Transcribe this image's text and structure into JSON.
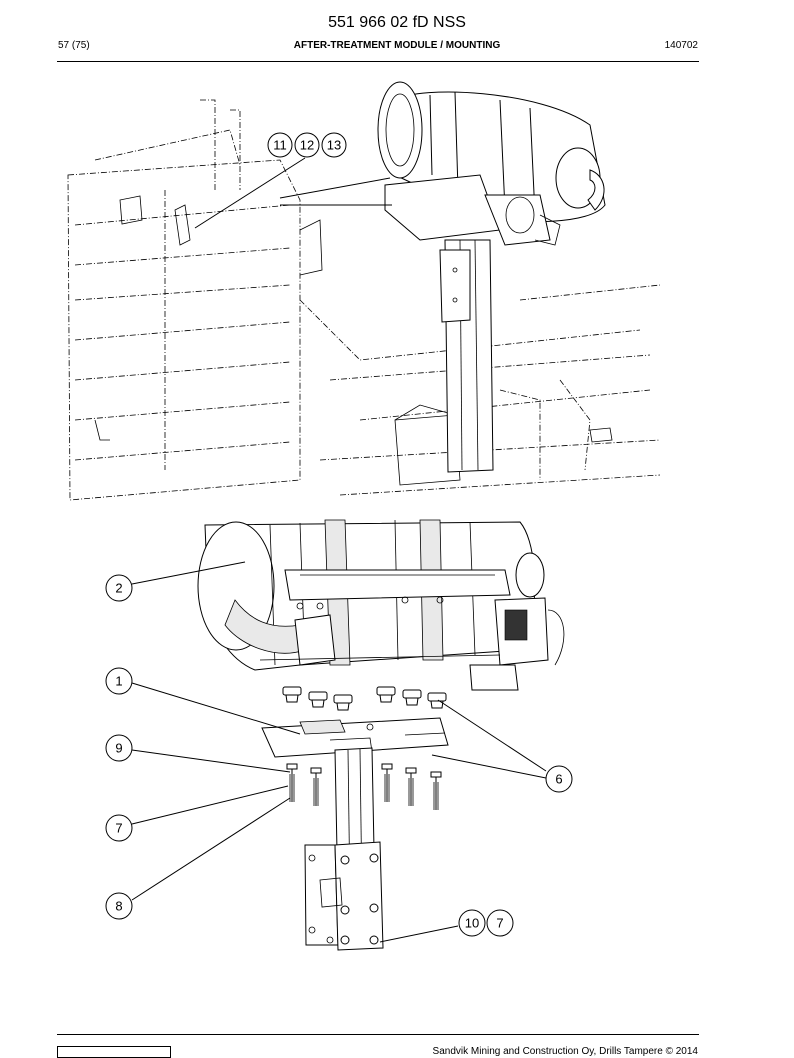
{
  "header": {
    "doc_number": "551 966 02 fD NSS",
    "page": "57 (75)",
    "section": "AFTER-TREATMENT MODULE / MOUNTING",
    "code": "140702"
  },
  "footer": {
    "copyright": "Sandvik Mining and Construction Oy, Drills Tampere © 2014"
  },
  "callouts": {
    "c11": "11",
    "c12": "12",
    "c13": "13",
    "c2": "2",
    "c1": "1",
    "c9": "9",
    "c7a": "7",
    "c8": "8",
    "c6": "6",
    "c10": "10",
    "c7b": "7"
  }
}
